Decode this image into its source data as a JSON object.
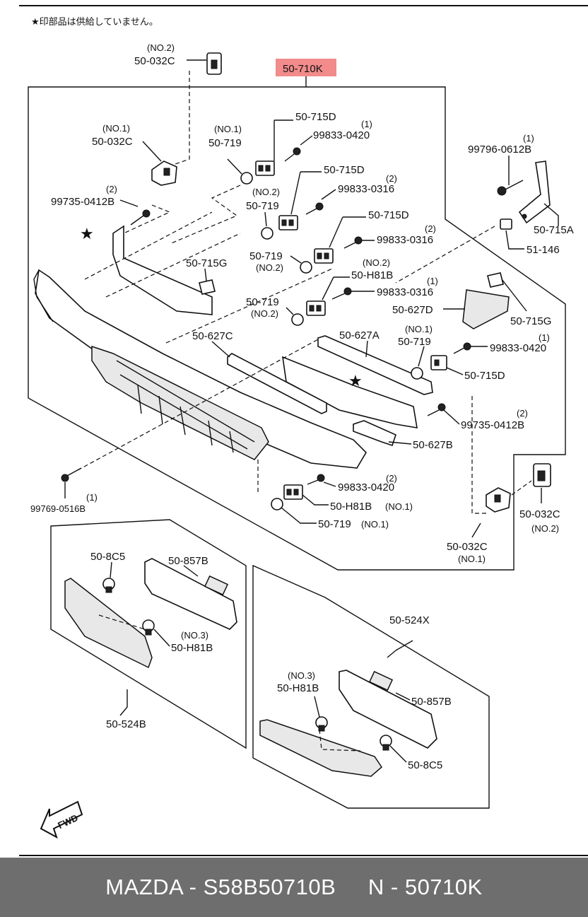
{
  "note": "★印部品は供給していません。",
  "highlight_color": "#f28b8b",
  "labels": {
    "main_assy": "50-710K",
    "clip_top_no": "(NO.2)",
    "clip_top": "50-032C",
    "clip_l_no": "(NO.1)",
    "clip_l": "50-032C",
    "screw_l_qty": "(2)",
    "screw_l": "99735-0412B",
    "fast1_no": "(NO.1)",
    "fast1": "50-719",
    "fast2_no": "(NO.2)",
    "fast2": "50-719",
    "fast3": "50-719",
    "fast3_no": "(NO.2)",
    "fast4": "50-719",
    "fast4_no": "(NO.2)",
    "ret1": "50-715D",
    "scr1_qty": "(1)",
    "scr1": "99833-0420",
    "ret2": "50-715D",
    "scr2_qty": "(2)",
    "scr2": "99833-0316",
    "ret3": "50-715D",
    "scr3_qty": "(2)",
    "scr3": "99833-0316",
    "h81_no": "(NO.2)",
    "h81": "50-H81B",
    "scr4_qty": "(1)",
    "scr4": "99833-0316",
    "ret_g": "50-715G",
    "bolt_r_qty": "(1)",
    "bolt_r": "99796-0612B",
    "brk_r": "50-715A",
    "nut_r": "51-146",
    "plate_r": "50-627D",
    "ret_g_r": "50-715G",
    "strip_c": "50-627C",
    "strip_a": "50-627A",
    "fast5_no": "(NO.1)",
    "fast5": "50-719",
    "scr5_qty": "(1)",
    "scr5": "99833-0420",
    "ret5": "50-715D",
    "screw_r_qty": "(2)",
    "screw_r": "99735-0412B",
    "strip_b": "50-627B",
    "scr6_qty": "(2)",
    "scr6": "99833-0420",
    "h81_b": "50-H81B",
    "h81_b_no": "(NO.1)",
    "fast6": "50-719",
    "fast6_no": "(NO.1)",
    "screw_bl_qty": "(1)",
    "screw_bl": "99769-0516B",
    "clip_r2": "50-032C",
    "clip_r2_no": "(NO.2)",
    "clip_r1": "50-032C",
    "clip_r1_no": "(NO.1)",
    "l_clip": "50-8C5",
    "l_plate": "50-857B",
    "l_h81_no": "(NO.3)",
    "l_h81": "50-H81B",
    "l_assy": "50-524B",
    "r_assy": "50-524X",
    "r_h81_no": "(NO.3)",
    "r_h81": "50-H81B",
    "r_plate": "50-857B",
    "r_clip": "50-8C5",
    "fwd": "FWD"
  },
  "footer": "MAZDA - S58B50710B     N - 50710K"
}
